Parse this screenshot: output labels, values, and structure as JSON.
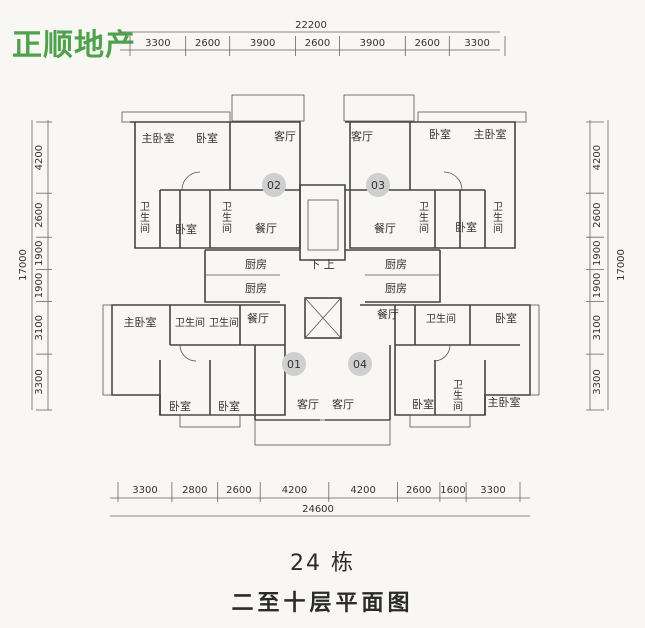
{
  "brand": "正顺地产",
  "caption": {
    "building": "24 栋",
    "floors": "二至十层平面图"
  },
  "dimensions": {
    "top_total": "22200",
    "top_segments": [
      "3300",
      "2600",
      "3900",
      "2600",
      "3900",
      "2600",
      "3300"
    ],
    "bottom_segments": [
      "3300",
      "2800",
      "2600",
      "4200",
      "4200",
      "2600",
      "1600",
      "3300"
    ],
    "bottom_total": "24600",
    "left_segments": [
      "4200",
      "2600",
      "1900",
      "1900",
      "3100",
      "3300"
    ],
    "left_total": "17000",
    "right_segments": [
      "4200",
      "2600",
      "1900",
      "1900",
      "3100",
      "3300"
    ],
    "right_total": "17000"
  },
  "units": [
    "02",
    "03",
    "01",
    "04"
  ],
  "rooms": {
    "master_bedroom": "主卧室",
    "bedroom": "卧室",
    "living_room": "客厅",
    "dining_room": "餐厅",
    "kitchen": "厨房",
    "bathroom_stacked": "卫生间",
    "bathroom_inline": "卫生间",
    "stair": "下 上"
  },
  "colors": {
    "brand": "#4ea24e",
    "line": "#444444",
    "background": "#f8f7f4"
  }
}
